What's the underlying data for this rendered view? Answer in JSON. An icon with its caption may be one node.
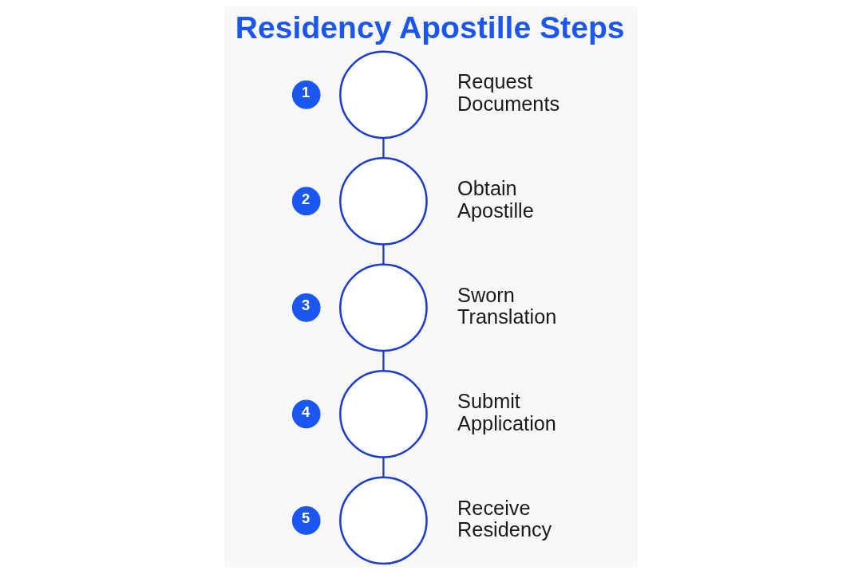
{
  "diagram": {
    "title": "Residency Apostille Steps",
    "nodes": [
      {
        "text": [
          "1"
        ]
      },
      {
        "text": [],
        "shape": "circle",
        "beside": [
          "Request Documents"
        ]
      },
      {
        "text": [
          "2"
        ]
      },
      {
        "text": [],
        "shape": "circle",
        "beside": [
          "Obtain Apostille"
        ]
      },
      {
        "text": [
          "3"
        ]
      },
      {
        "text": [],
        "shape": "circle",
        "beside": [
          "Sworn Translation"
        ]
      },
      {
        "text": [
          "4"
        ]
      },
      {
        "text": [],
        "shape": "circle",
        "beside": [
          "Submit Application"
        ]
      },
      {
        "text": [
          "5"
        ]
      },
      {
        "text": [],
        "shape": "circle",
        "beside": [
          "Receive Residency"
        ]
      }
    ],
    "edges": [
      {
        "from": 1,
        "to": 3,
        "arrow": "none"
      },
      {
        "from": 3,
        "to": 5,
        "arrow": "none"
      },
      {
        "from": 5,
        "to": 7,
        "arrow": "none"
      },
      {
        "from": 7,
        "to": 9,
        "arrow": "none"
      }
    ]
  }
}
